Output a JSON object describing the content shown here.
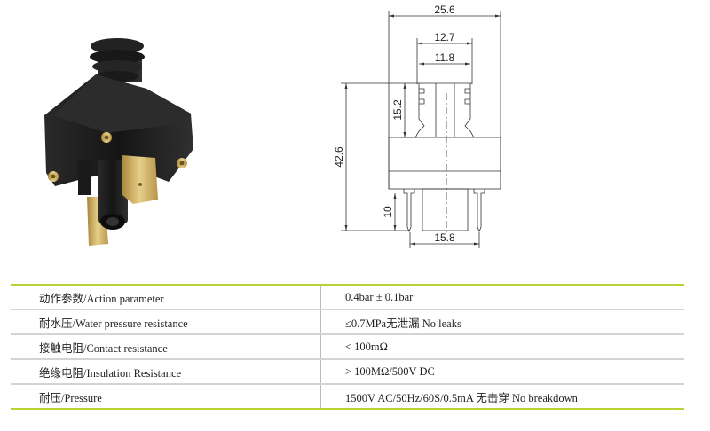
{
  "drawing": {
    "dims": {
      "overall_width": "25.6",
      "outer_diameter": "12.7",
      "inner_diameter": "11.8",
      "fitting_height": "15.2",
      "total_height": "42.6",
      "pin_length": "10",
      "pin_spacing": "15.8"
    }
  },
  "specs": {
    "rows": [
      {
        "label": "动作参数/Action parameter",
        "value": "0.4bar ± 0.1bar"
      },
      {
        "label": "耐水压/Water pressure resistance",
        "value": "≤0.7MPa无泄漏 No leaks"
      },
      {
        "label": "接触电阻/Contact resistance",
        "value": "< 100mΩ"
      },
      {
        "label": "绝缘电阻/Insulation Resistance",
        "value": "> 100MΩ/500V DC"
      },
      {
        "label": "耐压/Pressure",
        "value": "1500V AC/50Hz/60S/0.5mA 无击穿 No breakdown"
      }
    ]
  },
  "colors": {
    "rule": "#b5d334",
    "body": "#1e1e1e",
    "brass": "#c9a44a"
  }
}
